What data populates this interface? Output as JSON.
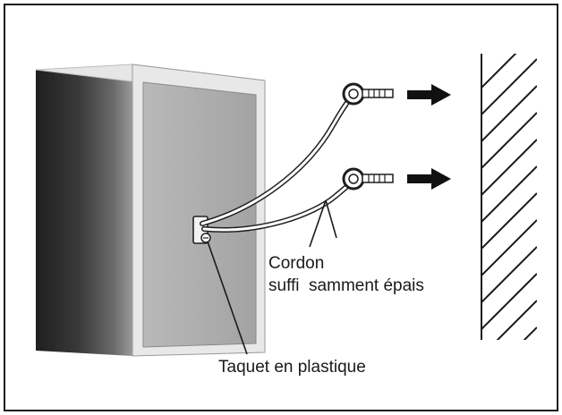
{
  "labels": {
    "cord_line1": "Cordon",
    "cord_line2": "suffi  samment épais",
    "stopper": "Taquet en plastique"
  },
  "colors": {
    "border": "#1a1a1a",
    "cabinet_side": "#2a2a2a",
    "cabinet_front": "#a9a9a9",
    "cabinet_top": "#d9d9d9",
    "arrow": "#111111"
  },
  "icons": {
    "arrows": "arrow-right-icon",
    "wall": "hatched-wall",
    "screws": "screw-eye-icon"
  }
}
